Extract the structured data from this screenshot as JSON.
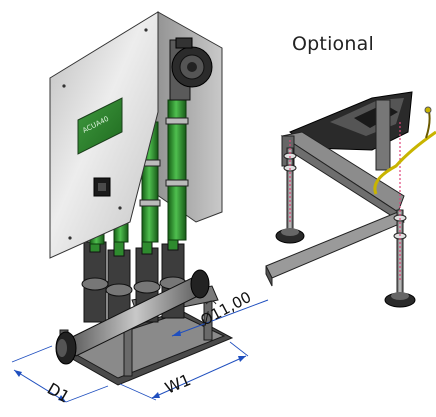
{
  "header": {
    "optional_label": "Optional"
  },
  "panel": {
    "brand_label": "ACUA40"
  },
  "dimensions": {
    "diameter_label": "Ø11,00",
    "depth_label": "D1",
    "width_label": "W1"
  },
  "colors": {
    "cabinet": "#d9d9d9",
    "pipe_green": "#2e8b2e",
    "frame_dark": "#3a3a3a",
    "dimension_line": "#1f4fbf",
    "wire_yellow": "#c8b400",
    "pink_marker": "#e0447a"
  }
}
